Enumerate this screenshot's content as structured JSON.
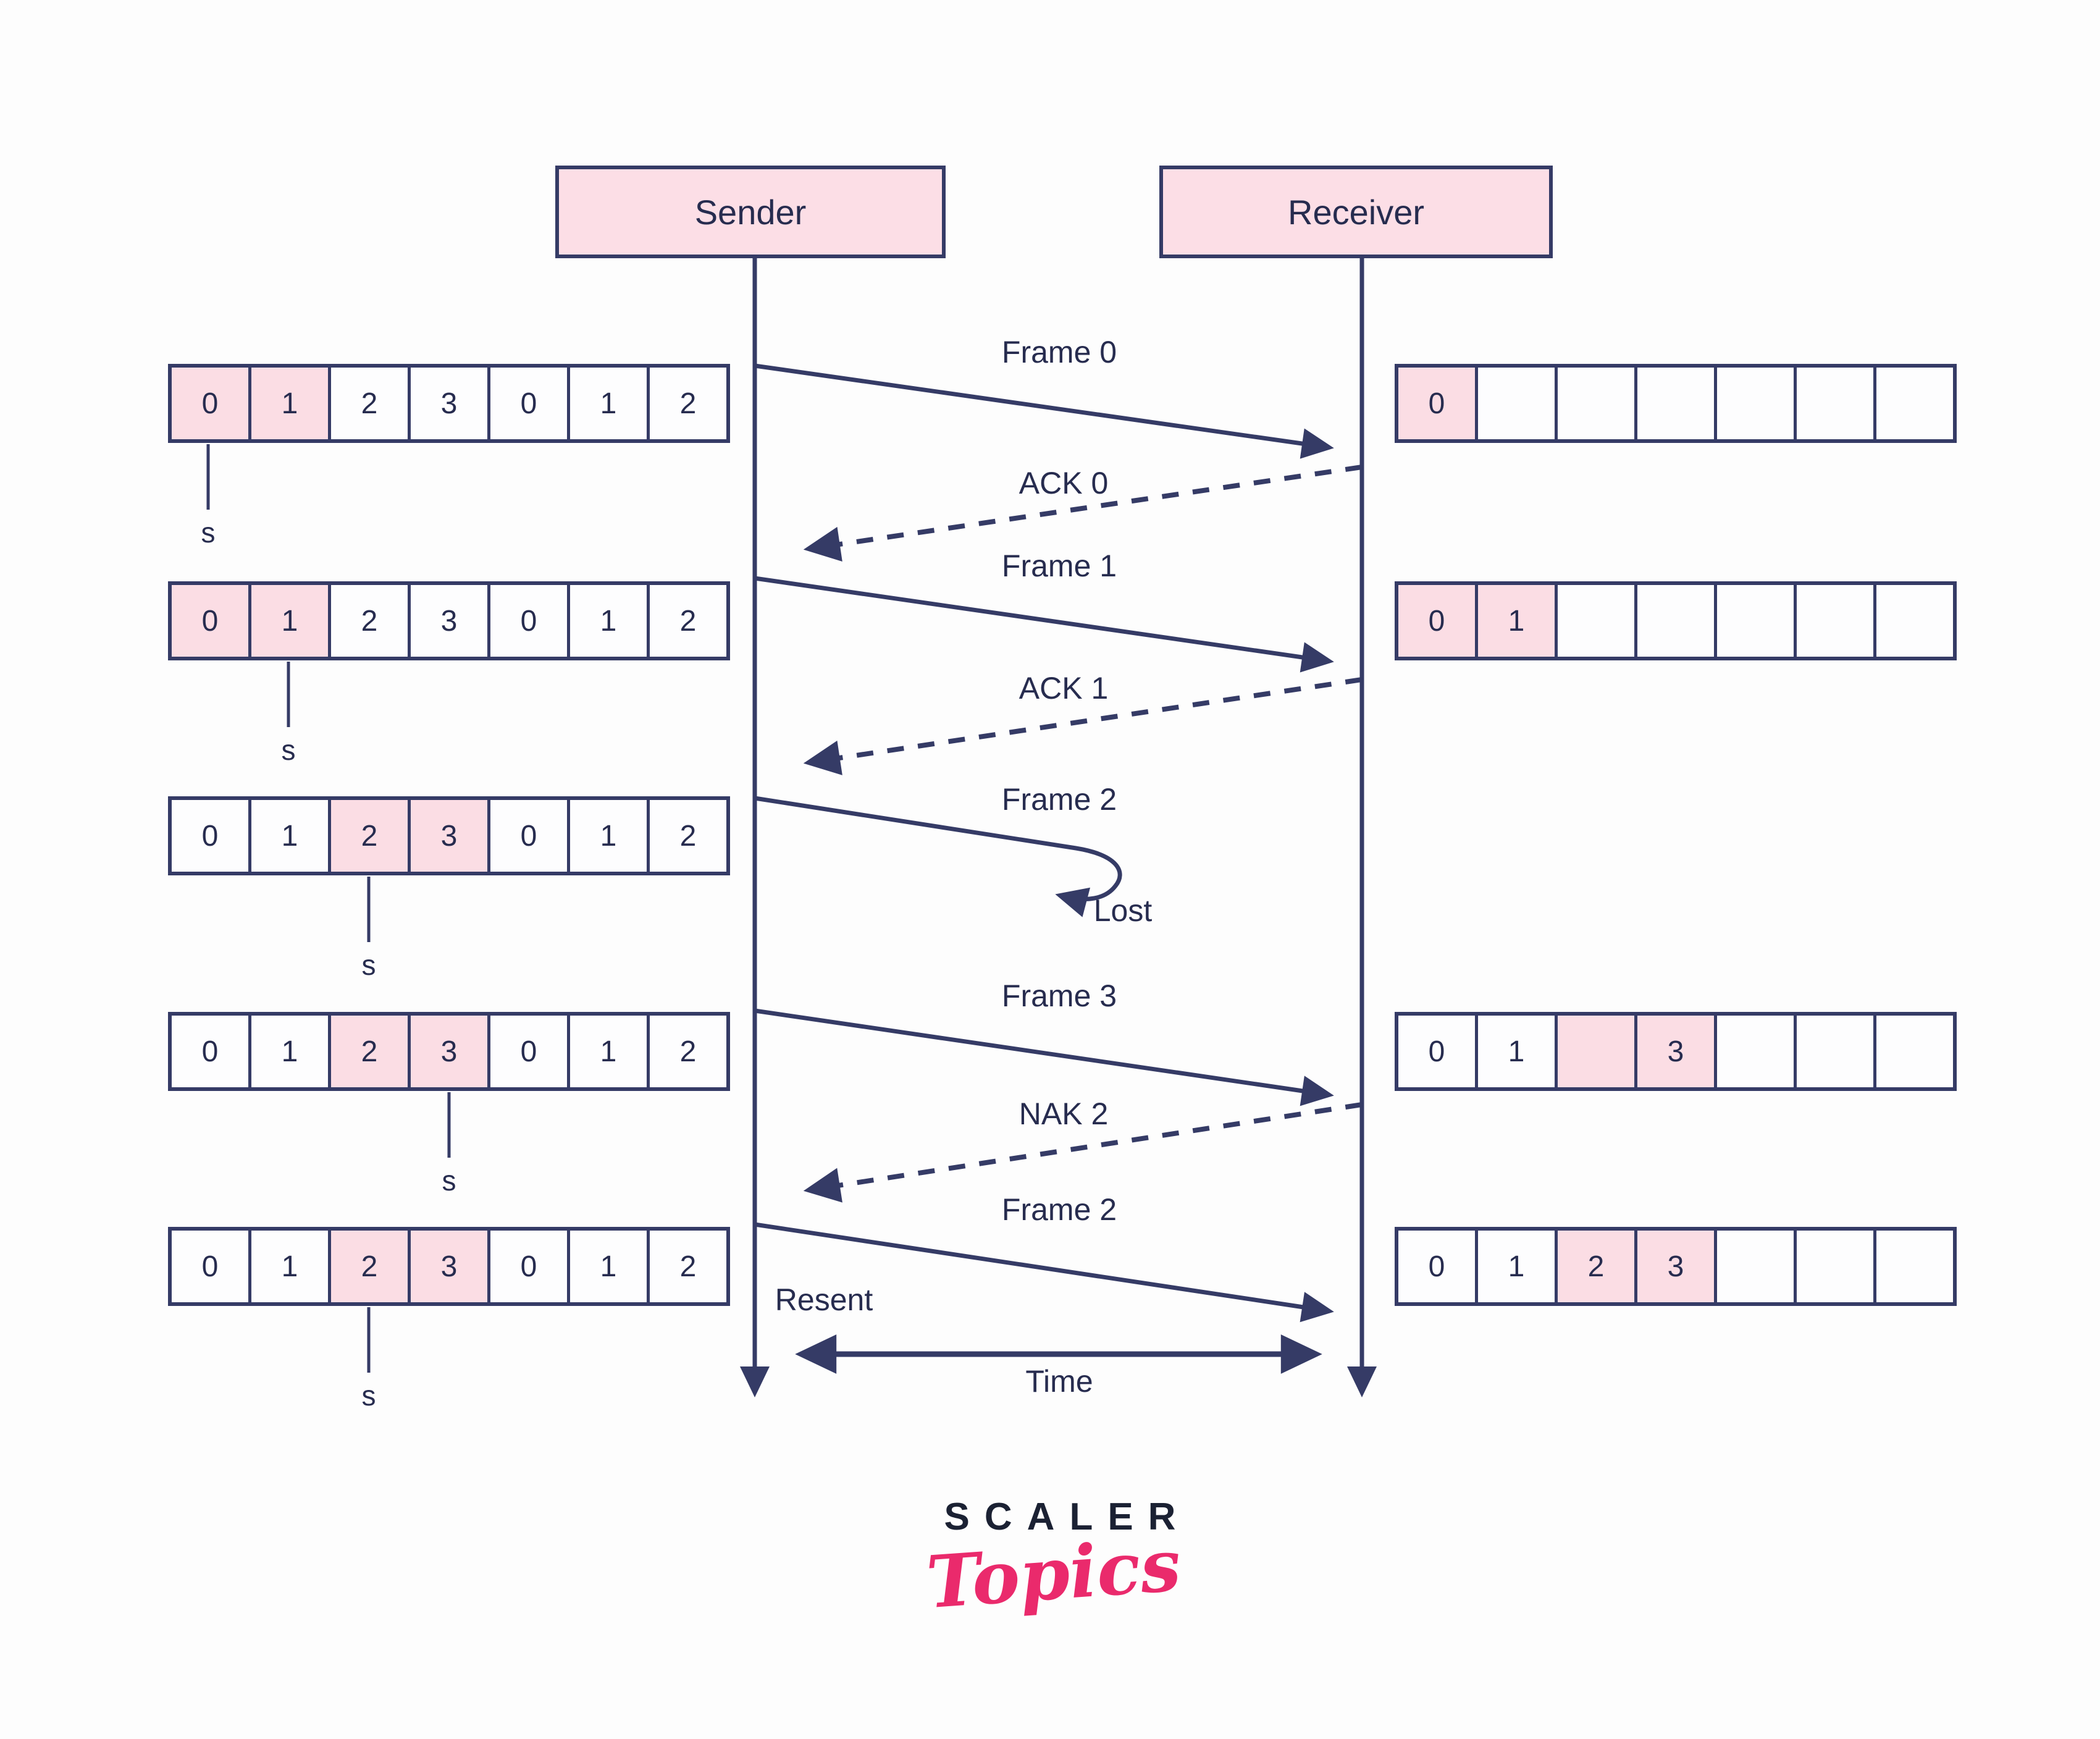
{
  "palette": {
    "line_navy": "#353b66",
    "text_navy": "#272c4f",
    "cell_pink": "#fbdde4",
    "node_pink": "#fcdee6",
    "logo_dark": "#1b2133",
    "logo_pink": "#ea2a6c",
    "background": "#fdfdfd"
  },
  "nodes": {
    "sender_label": "Sender",
    "receiver_label": "Receiver"
  },
  "labels": {
    "frame0": "Frame 0",
    "ack0": "ACK 0",
    "frame1": "Frame 1",
    "ack1": "ACK 1",
    "frame2": "Frame 2",
    "lost": "Lost",
    "frame3": "Frame 3",
    "nak2": "NAK 2",
    "frame2_resent": "Frame 2",
    "resent": "Resent",
    "time": "Time"
  },
  "sender_windows": [
    {
      "cells": [
        "0",
        "1",
        "2",
        "3",
        "0",
        "1",
        "2"
      ],
      "highlight": [
        0,
        1
      ],
      "pointer_index": 0,
      "pointer_label": "s"
    },
    {
      "cells": [
        "0",
        "1",
        "2",
        "3",
        "0",
        "1",
        "2"
      ],
      "highlight": [
        0,
        1
      ],
      "pointer_index": 1,
      "pointer_label": "s"
    },
    {
      "cells": [
        "0",
        "1",
        "2",
        "3",
        "0",
        "1",
        "2"
      ],
      "highlight": [
        2,
        3
      ],
      "pointer_index": 2,
      "pointer_label": "s"
    },
    {
      "cells": [
        "0",
        "1",
        "2",
        "3",
        "0",
        "1",
        "2"
      ],
      "highlight": [
        2,
        3
      ],
      "pointer_index": 3,
      "pointer_label": "s"
    },
    {
      "cells": [
        "0",
        "1",
        "2",
        "3",
        "0",
        "1",
        "2"
      ],
      "highlight": [
        2,
        3
      ],
      "pointer_index": 2,
      "pointer_label": "s"
    }
  ],
  "receiver_windows": [
    {
      "cells": [
        "0",
        "",
        "",
        "",
        "",
        "",
        ""
      ],
      "highlight": [
        0
      ]
    },
    {
      "cells": [
        "0",
        "1",
        "",
        "",
        "",
        "",
        ""
      ],
      "highlight": [
        0,
        1
      ]
    },
    {
      "cells": [
        "0",
        "1",
        "",
        "3",
        "",
        "",
        ""
      ],
      "highlight": [
        2,
        3
      ]
    },
    {
      "cells": [
        "0",
        "1",
        "2",
        "3",
        "",
        "",
        ""
      ],
      "highlight": [
        2,
        3
      ]
    }
  ],
  "logo": {
    "line1": "SCALER",
    "line2": "Topics"
  }
}
